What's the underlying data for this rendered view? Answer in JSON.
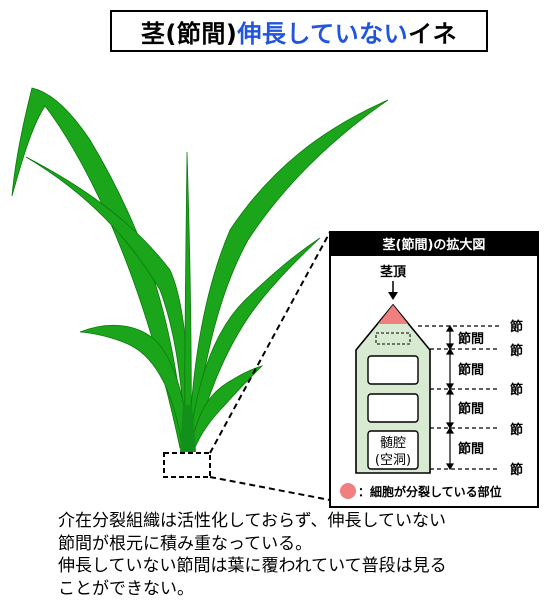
{
  "title": {
    "part1": "茎(節間)",
    "part2": "伸長していない",
    "part3": "イネ",
    "part2_color": "#2255dd"
  },
  "inset": {
    "header": "茎(節間)の拡大図",
    "apex_label": "茎頂",
    "pith_label_line1": "髄腔",
    "pith_label_line2": "(空洞)",
    "node_labels": [
      "節",
      "節",
      "節",
      "節",
      "節"
    ],
    "internode_labels": [
      "節間",
      "節間",
      "節間",
      "節間"
    ],
    "legend_text": "：細胞が分裂している部位",
    "legend_color": "#f08080"
  },
  "caption": {
    "line1": "介在分裂組織は活性化しておらず、伸長していない",
    "line2": "節間が根元に積み重なっている。",
    "line3": "伸長していない節間は葉に覆われていて普段は見る",
    "line4": "ことができない。"
  },
  "colors": {
    "leaf": "#1aa51a",
    "leaf_dark": "#0d7a0d",
    "stem_fill": "#d9ead3",
    "apex_fill": "#f08080",
    "header_bg": "#000000"
  }
}
